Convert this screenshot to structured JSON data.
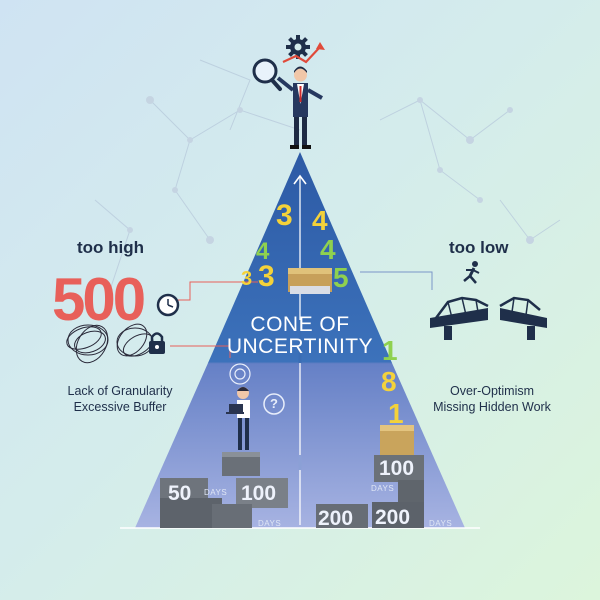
{
  "cone": {
    "title_line1": "CONE OF",
    "title_line2": "UNCERTINITY"
  },
  "left": {
    "heading": "too high",
    "big_number": "500",
    "desc_line1": "Lack of Granularity",
    "desc_line2": "Excessive Buffer"
  },
  "right": {
    "heading": "too low",
    "desc_line1": "Over-Optimism",
    "desc_line2": "Missing Hidden Work"
  },
  "upper_numbers": {
    "n_top_left": "3",
    "n_top_right": "4",
    "n_mid_left": "4",
    "n_mid_right": "4",
    "n_bot_small3": "3",
    "n_bot_big3": "3",
    "n_bot_5": "5"
  },
  "right_stack": {
    "n1_top": "1",
    "n8": "8",
    "n1_bottom": "1",
    "block_100": "100",
    "block_200a": "200",
    "block_200b": "200"
  },
  "left_stack": {
    "block_50": "50",
    "block_100": "100",
    "days": "DAYS"
  },
  "question_mark": "?",
  "colors": {
    "cone_dark": "#3a6db4",
    "cone_mid": "#7893cd",
    "cone_light": "#a3b1e0",
    "accent_red": "#e8605a",
    "accent_yellow": "#f4d23a",
    "accent_green": "#8fd14f",
    "navy": "#1f2f4a"
  },
  "icons": [
    "magnifier-icon",
    "gear-icon",
    "trend-arrow-icon",
    "clock-icon",
    "padlock-icon",
    "runner-icon",
    "broken-bridge-icon",
    "laptop-icon"
  ]
}
